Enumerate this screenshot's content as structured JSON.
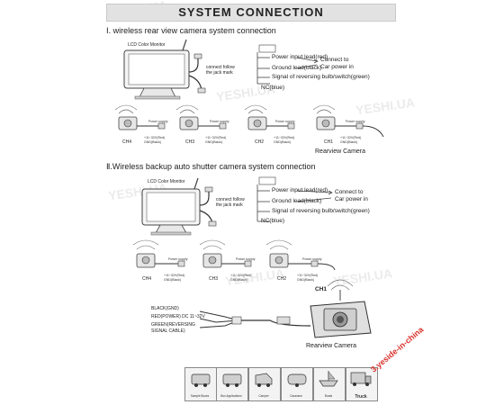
{
  "header": {
    "title": "SYSTEM CONNECTION",
    "watermark": "YESHI.UA"
  },
  "section1": {
    "title": "Ⅰ. wireless rear view camera system connection",
    "monitor": "LCD Color Monitor",
    "connect_note": "connect follow the jack mark",
    "leads": [
      "Power input lead(red)",
      "Ground lead(black)",
      "Signal of reversing bulb/switch(green)",
      "NC(blue)"
    ],
    "connect_to": "Connect to",
    "car_power": "Car power in",
    "rearview": "Rearview Camera",
    "cameras": [
      {
        "ch": "CH4",
        "power": "Power supply",
        "spec": "+11~32V(Red)",
        "gnd": "GND(Black)"
      },
      {
        "ch": "CH3",
        "power": "Power supply",
        "spec": "+11~32V(Red)",
        "gnd": "GND(Black)"
      },
      {
        "ch": "CH2",
        "power": "Power supply",
        "spec": "+11~32V(Red)",
        "gnd": "GND(Black)"
      },
      {
        "ch": "CH1",
        "power": "Power supply",
        "spec": "+11~32V(Red)",
        "gnd": "GND(Black)"
      }
    ]
  },
  "section2": {
    "title": "Ⅱ.Wireless backup auto shutter camera system connection",
    "monitor": "LCD Color Monitor",
    "connect_note": "connect follow the jack mark",
    "leads": [
      "Power input lead(red)",
      "Ground lead(black)",
      "Signal of reversing bulb/switch(green)",
      "NC(blue)"
    ],
    "connect_to": "Connect to",
    "car_power": "Car power in",
    "cameras": [
      {
        "ch": "CH4",
        "power": "Power supply",
        "spec": "+11~32V(Red)",
        "gnd": "GND(Black)"
      },
      {
        "ch": "CH3",
        "power": "Power supply",
        "spec": "+11~32V(Red)",
        "gnd": "GND(Black)"
      },
      {
        "ch": "CH2",
        "power": "Power supply",
        "spec": "+11~32V(Red)",
        "gnd": "GND(Black)"
      }
    ],
    "ch1": "CH1",
    "wires": [
      "BLACK(GND)",
      "RED(POWER) DC 11~32V",
      "GREEN(REVERSING",
      "SIGNAL CABLE)"
    ],
    "rearview": "Rearview Camera"
  },
  "vehicles": [
    "Sample Buses",
    "Bus Applications",
    "Camper",
    "Caravans",
    "Boats",
    "Truck"
  ],
  "red_watermark": "3.yeside-in-china"
}
